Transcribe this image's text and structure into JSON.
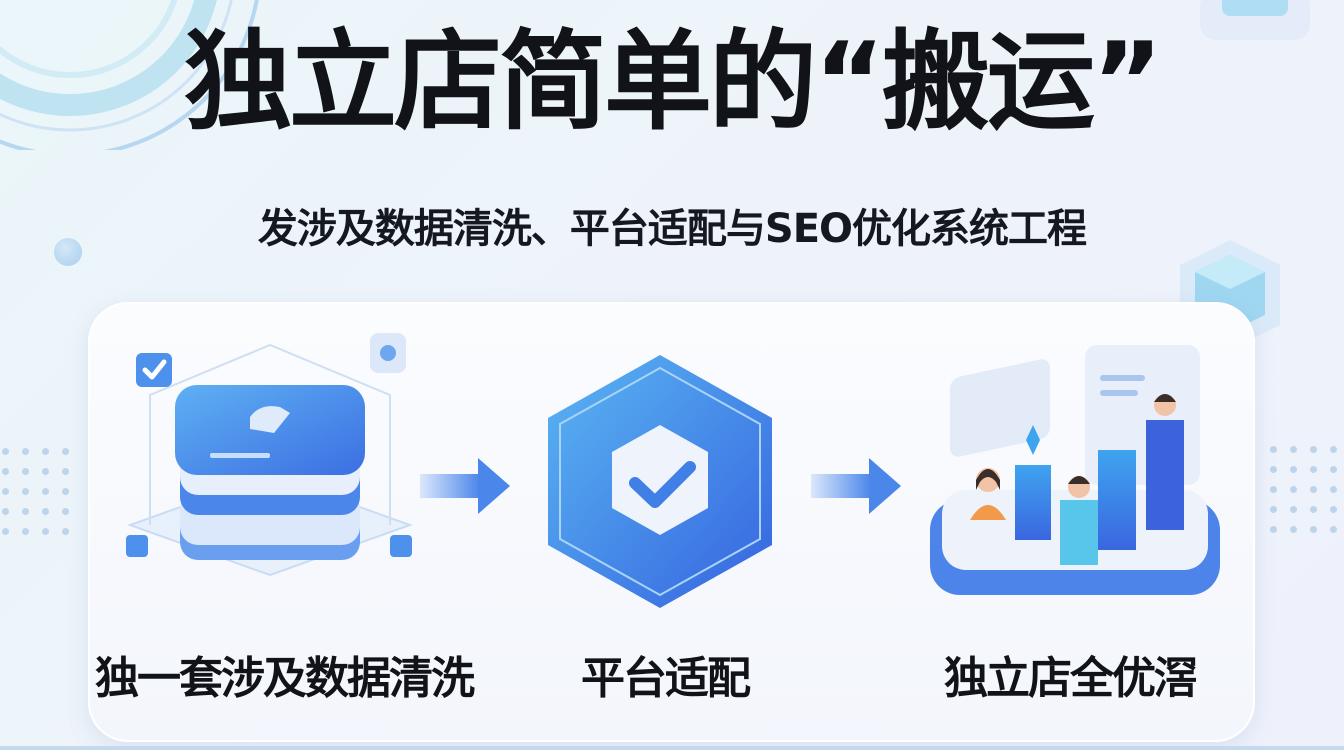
{
  "header": {
    "title": "独立店简单的“搬运”",
    "subtitle": "发涉及数据清洗、平台适配与SEO优化系统工程"
  },
  "flow": {
    "steps": [
      {
        "label": "独一套涉及数据清洗",
        "icon": "database-stack-icon"
      },
      {
        "label": "平台适配",
        "icon": "hexagon-check-shield-icon"
      },
      {
        "label": "独立店全优滘",
        "icon": "bar-chart-team-icon"
      }
    ],
    "connector_icon": "arrow-right-icon"
  },
  "colors": {
    "primary_blue": "#3f7fe6",
    "light_blue": "#5aa8ef",
    "title_text": "#111318",
    "background": "#eef3fa",
    "card": "#f8fafd",
    "accent_orange": "#f29a4a"
  }
}
